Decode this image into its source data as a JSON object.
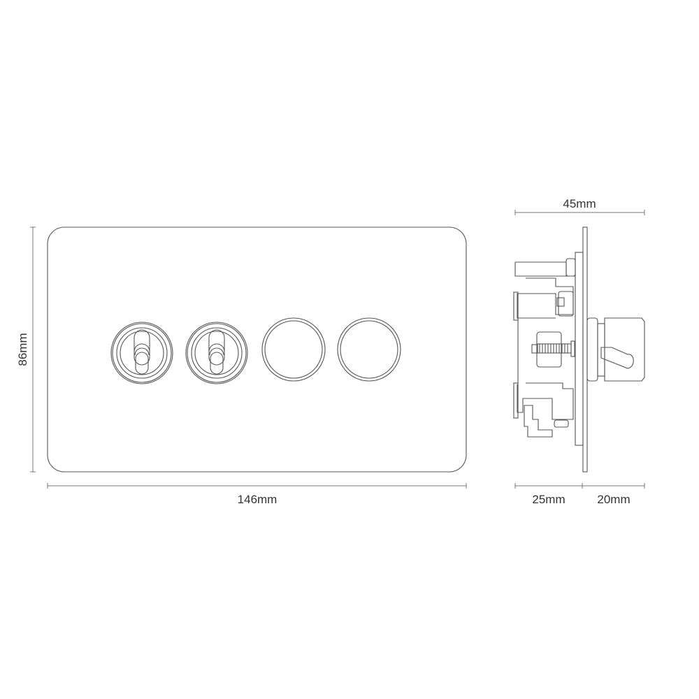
{
  "dimensions": {
    "height": "86mm",
    "width": "146mm",
    "depth_total": "45mm",
    "depth_back": "25mm",
    "depth_front": "20mm"
  },
  "front_view": {
    "modules": [
      {
        "type": "toggle-switch"
      },
      {
        "type": "toggle-switch"
      },
      {
        "type": "blank-button"
      },
      {
        "type": "blank-button"
      }
    ]
  },
  "colors": {
    "line": "#555555",
    "background": "#ffffff"
  }
}
